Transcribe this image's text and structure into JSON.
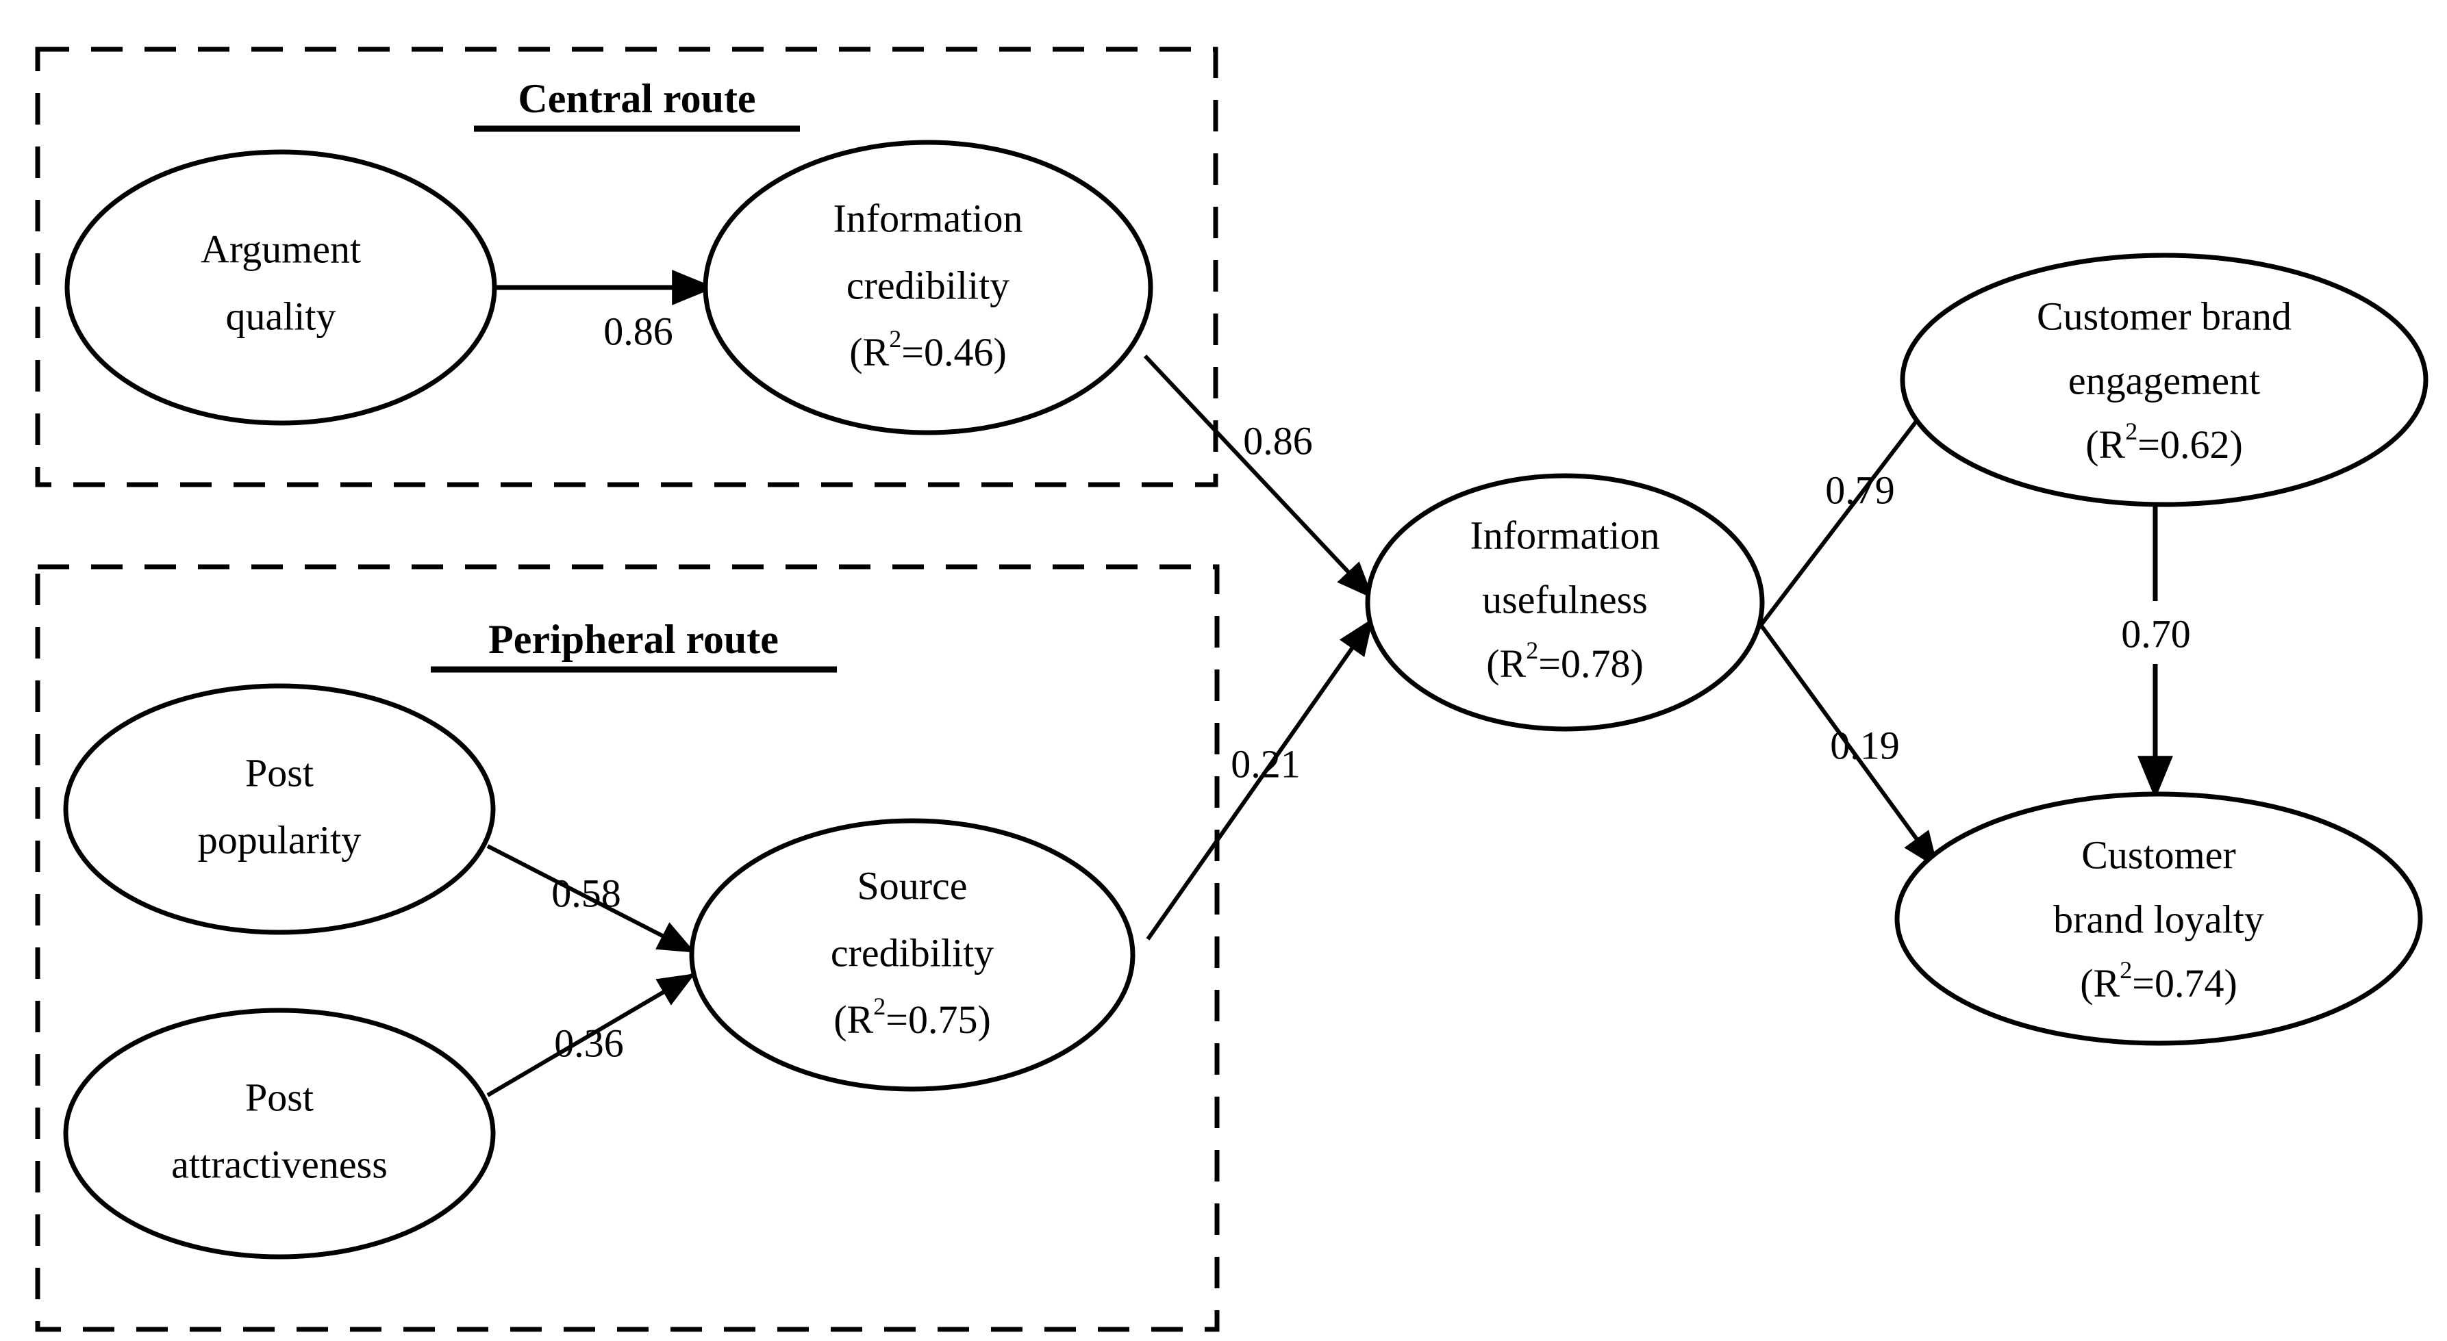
{
  "diagram": {
    "title": "Elaboration Likelihood Model structural path diagram",
    "groups": [
      {
        "id": "central",
        "label": "Central route"
      },
      {
        "id": "peripheral",
        "label": "Peripheral route"
      }
    ],
    "nodes": [
      {
        "id": "argument_quality",
        "line1": "Argument",
        "line2": "quality",
        "line3": ""
      },
      {
        "id": "information_credibility",
        "line1": "Information",
        "line2": "credibility",
        "line3": "(R",
        "sup": "2",
        "line3b": "=0.46)",
        "r2": 0.46
      },
      {
        "id": "post_popularity",
        "line1": "Post",
        "line2": "popularity",
        "line3": ""
      },
      {
        "id": "post_attractiveness",
        "line1": "Post",
        "line2": "attractiveness",
        "line3": ""
      },
      {
        "id": "source_credibility",
        "line1": "Source",
        "line2": "credibility",
        "line3": "(R",
        "sup": "2",
        "line3b": "=0.75)",
        "r2": 0.75
      },
      {
        "id": "information_usefulness",
        "line1": "Information",
        "line2": "usefulness",
        "line3": "(R",
        "sup": "2",
        "line3b": "=0.78)",
        "r2": 0.78
      },
      {
        "id": "customer_brand_engagement",
        "line1": "Customer brand",
        "line2": "engagement",
        "line3": "(R",
        "sup": "2",
        "line3b": "=0.62)",
        "r2": 0.62
      },
      {
        "id": "customer_brand_loyalty",
        "line1": "Customer",
        "line2": "brand loyalty",
        "line3": "(R",
        "sup": "2",
        "line3b": "=0.74)",
        "r2": 0.74
      }
    ],
    "edges": [
      {
        "id": "aq_to_ic",
        "from": "argument_quality",
        "to": "information_credibility",
        "coefficient": "0.86"
      },
      {
        "id": "ic_to_iu",
        "from": "information_credibility",
        "to": "information_usefulness",
        "coefficient": "0.86"
      },
      {
        "id": "pp_to_sc",
        "from": "post_popularity",
        "to": "source_credibility",
        "coefficient": "0.58"
      },
      {
        "id": "pa_to_sc",
        "from": "post_attractiveness",
        "to": "source_credibility",
        "coefficient": "0.36"
      },
      {
        "id": "sc_to_iu",
        "from": "source_credibility",
        "to": "information_usefulness",
        "coefficient": "0.21"
      },
      {
        "id": "iu_to_cbe",
        "from": "information_usefulness",
        "to": "customer_brand_engagement",
        "coefficient": "0.79"
      },
      {
        "id": "iu_to_cbl",
        "from": "information_usefulness",
        "to": "customer_brand_loyalty",
        "coefficient": "0.19"
      },
      {
        "id": "cbe_to_cbl",
        "from": "customer_brand_engagement",
        "to": "customer_brand_loyalty",
        "coefficient": "0.70"
      }
    ],
    "colors": {
      "stroke": "#000000",
      "fill": "#ffffff",
      "background": "#ffffff"
    }
  }
}
